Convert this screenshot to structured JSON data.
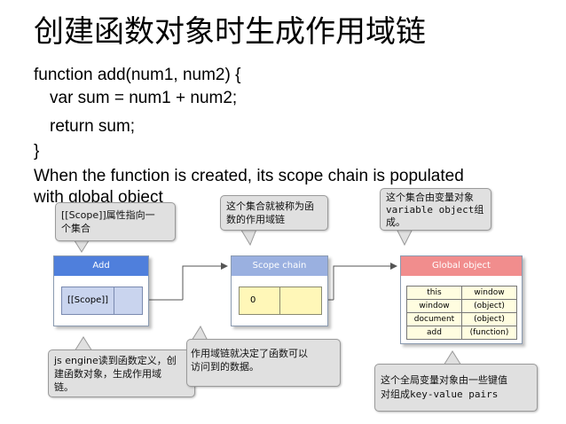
{
  "title": "创建函数对象时生成作用域链",
  "code": {
    "line1": "function add(num1, num2) {",
    "line2": "var sum = num1 + num2;",
    "line3": "return sum;",
    "line4": "}",
    "line5": "When the function is created, its scope chain is populated",
    "line6": "with global object"
  },
  "callouts": {
    "scope_prop_a": "[[Scope]]属性指向一",
    "scope_prop_b": "个集合",
    "chain_name_a": "这个集合就被称为函",
    "chain_name_b": "数的作用域链",
    "var_obj_a": "这个集合由变量对象",
    "var_obj_b": "variable object组",
    "var_obj_c": "成。",
    "engine_a": "js engine读到函数定义，创",
    "engine_b": "建函数对象，生成作用域",
    "engine_c": "链。",
    "decides_a": "作用域链就决定了函数可以",
    "decides_b": "访问到的数据。",
    "global_kv_a": "这个全局变量对象由一些键值",
    "global_kv_b": "对组成key-value pairs"
  },
  "diagram": {
    "add_header": "Add",
    "add_scope_cell": "[[Scope]]",
    "chain_header": "Scope chain",
    "chain_index": "0",
    "global_header": "Global object",
    "global_rows": [
      {
        "key": "this",
        "value": "window"
      },
      {
        "key": "window",
        "value": "(object)"
      },
      {
        "key": "document",
        "value": "(object)"
      },
      {
        "key": "add",
        "value": "(function)"
      }
    ]
  },
  "colors": {
    "add_header": "#4f7fdc",
    "add_cell": "#c9d4ee",
    "chain_header": "#9ab0e0",
    "chain_cell": "#fff7b8",
    "global_header": "#f18d8d",
    "global_table": "#fffde0",
    "callout_bg": "#e0e0e0"
  }
}
